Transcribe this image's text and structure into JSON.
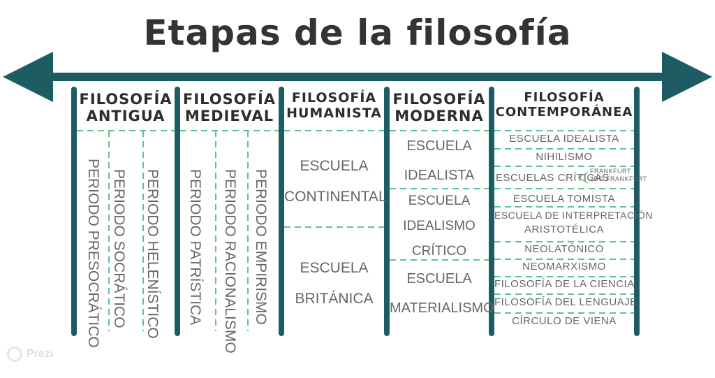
{
  "title": "Etapas de la filosofía",
  "colors": {
    "teal": "#1e5c63",
    "dash": "#5cc48a"
  },
  "watermark": "Prezi",
  "columns": [
    {
      "heading": [
        "FILOSOFÍA",
        "ANTIGUA"
      ],
      "periods": [
        "PERIODO PRESOCRÁTICO",
        "PERIODO SOCRÁTICO",
        "PERIODO HELENÍSTICO"
      ]
    },
    {
      "heading": [
        "FILOSOFÍA",
        "MEDIEVAL"
      ],
      "periods": [
        "PERIODO PATRÍSTICA",
        "PERIODO RACIONALISMO",
        "PERIODO EMPIRISMO"
      ]
    },
    {
      "heading": [
        "FILOSOFÍA",
        "HUMANISTA"
      ],
      "schools": [
        {
          "line1": "ESCUELA",
          "line2": "CONTINENTAL"
        },
        {
          "line1": "ESCUELA",
          "line2": "BRITÁNICA"
        }
      ]
    },
    {
      "heading": [
        "FILOSOFÍA",
        "MODERNA"
      ],
      "schools": [
        {
          "line1": "ESCUELA",
          "line2": "IDEALISTA"
        },
        {
          "line1": "ESCUELA",
          "line2": "IDEALISMO",
          "line3": "CRÍTICO"
        },
        {
          "line1": "ESCUELA",
          "line2": "MATERIALISMO"
        }
      ]
    },
    {
      "heading": [
        "FILOSOFÍA",
        "CONTEMPORÁNEA"
      ],
      "items": [
        "ESCUELA IDEALISTA",
        "NIHILISMO",
        "ESCUELAS CRÍTICAS",
        "ESCUELA TOMISTA",
        "ESCUELA DE INTERPRETACIÓN",
        "ARISTOTÉLICA",
        "NEOLATÓNICO",
        "NEOMARXISMO",
        "FILOSOFÍA DE LA CIENCIA",
        "FILOSOFÍA DEL LENGUAJE",
        "CÍRCULO DE VIENA"
      ],
      "branches": [
        "FRANKFURT",
        "2DO FRANKFURT"
      ]
    }
  ]
}
